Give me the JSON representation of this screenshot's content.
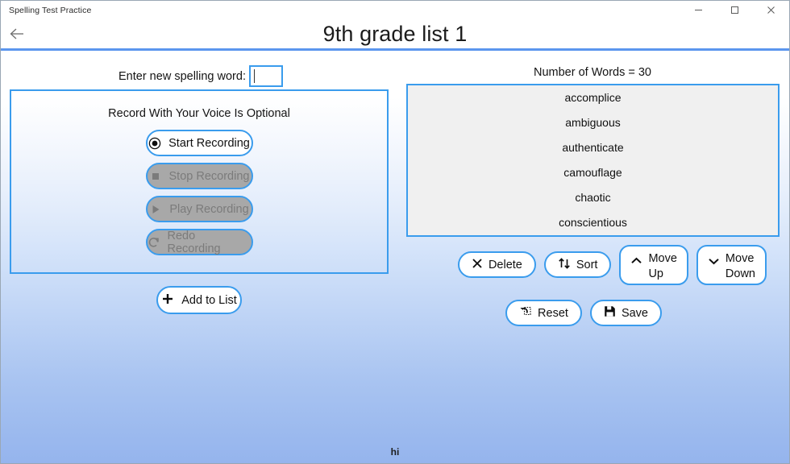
{
  "window": {
    "title": "Spelling Test Practice",
    "controls": [
      {
        "name": "minimize",
        "label": "–"
      },
      {
        "name": "maximize",
        "label": "□"
      },
      {
        "name": "close",
        "label": "✕"
      }
    ]
  },
  "header": {
    "back_icon": "back-arrow-icon",
    "title": "9th grade list 1"
  },
  "entry": {
    "label": "Enter new spelling word:",
    "value": "",
    "placeholder": ""
  },
  "record_panel": {
    "title": "Record With Your Voice Is Optional",
    "buttons": [
      {
        "label": "Start Recording",
        "icon": "record-icon",
        "enabled": true
      },
      {
        "label": "Stop Recording",
        "icon": "stop-icon",
        "enabled": false
      },
      {
        "label": "Play Recording",
        "icon": "play-icon",
        "enabled": false
      },
      {
        "label": "Redo Recording",
        "icon": "redo-icon",
        "enabled": false
      }
    ]
  },
  "add_button": {
    "label": "Add to List",
    "icon": "plus-icon"
  },
  "word_list": {
    "count_label": "Number of Words = 30",
    "count": 30,
    "visible_words": [
      "accomplice",
      "ambiguous",
      "authenticate",
      "camouflage",
      "chaotic",
      "conscientious"
    ]
  },
  "list_actions": [
    {
      "label": "Delete",
      "icon": "x-icon"
    },
    {
      "label": "Sort",
      "icon": "sort-icon"
    },
    {
      "label_line1": "Move",
      "label_line2": "Up",
      "icon": "chevron-up-icon"
    },
    {
      "label_line1": "Move",
      "label_line2": "Down",
      "icon": "chevron-down-icon"
    }
  ],
  "secondary_actions": [
    {
      "label": "Reset",
      "icon": "undo-icon"
    },
    {
      "label": "Save",
      "icon": "save-icon"
    }
  ],
  "status": {
    "text": "hi"
  },
  "colors": {
    "accent_blue": "#3a9ced",
    "rule_blue": "#5b96ee",
    "list_bg": "#f0f0f0",
    "disabled_bg": "#a8a8a8",
    "disabled_text": "#7b7b7b"
  }
}
